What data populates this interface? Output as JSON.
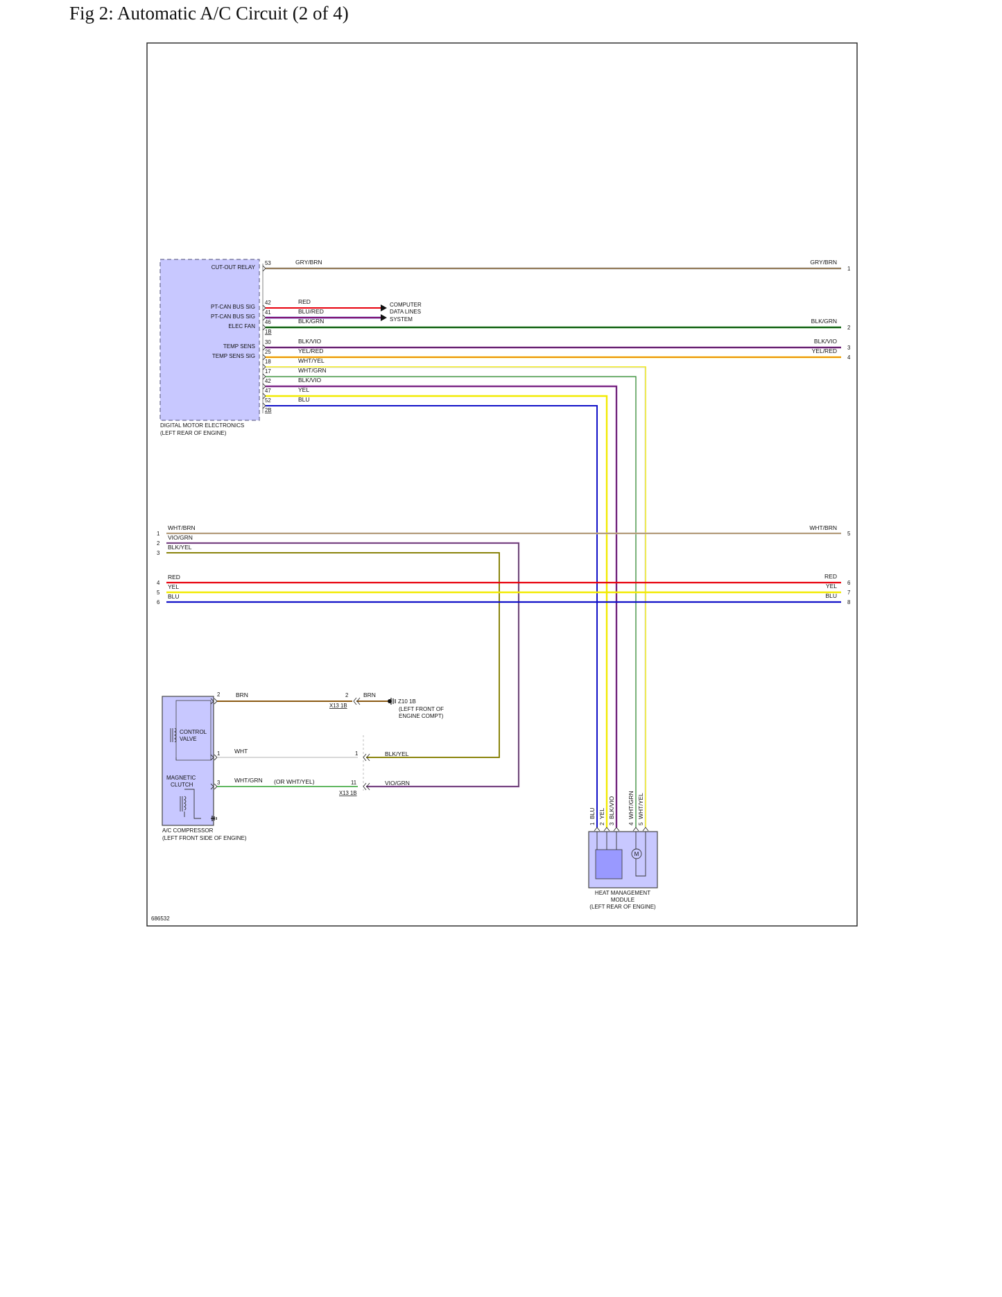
{
  "figure": {
    "title": "Fig 2: Automatic A/C Circuit (2 of 4)",
    "diagram_id": "686532"
  },
  "colors": {
    "RED": "#e8000c",
    "BLU": "#1010c8",
    "BLK": "#111111",
    "GRN": "#0c8a0c",
    "GRY": "#9a9a9a",
    "BRN": "#8b5a14",
    "VIO": "#9a2ea8",
    "YEL": "#f2ea00",
    "WHT": "#d8d8d8",
    "module_fill": "#c8c8ff",
    "module_stroke": "#6a6a90"
  },
  "components": {
    "dme": {
      "name": "DIGITAL MOTOR ELECTRONICS",
      "location": "(LEFT REAR OF ENGINE)",
      "pin_labels": [
        "CUT-OUT RELAY",
        "PT-CAN BUS SIG",
        "PT-CAN BUS SIG",
        "ELEC FAN",
        "TEMP SENS",
        "TEMP SENS SIG"
      ],
      "pins": [
        {
          "pin": "53",
          "wire": "GRY/BRN"
        },
        {
          "pin": "42",
          "wire": "RED"
        },
        {
          "pin": "41",
          "wire": "BLU/RED"
        },
        {
          "pin": "46",
          "wire": "BLK/GRN"
        },
        {
          "pin": "1B",
          "wire": ""
        },
        {
          "pin": "30",
          "wire": "BLK/VIO"
        },
        {
          "pin": "25",
          "wire": "YEL/RED"
        },
        {
          "pin": "18",
          "wire": "WHT/YEL"
        },
        {
          "pin": "17",
          "wire": "WHT/GRN"
        },
        {
          "pin": "42",
          "wire": "BLK/VIO"
        },
        {
          "pin": "47",
          "wire": "YEL"
        },
        {
          "pin": "52",
          "wire": "BLU"
        },
        {
          "pin": "2B",
          "wire": ""
        }
      ]
    },
    "computer_data_lines": [
      "COMPUTER",
      "DATA LINES",
      "SYSTEM"
    ],
    "compressor": {
      "name": "A/C COMPRESSOR",
      "location": "(LEFT FRONT SIDE OF ENGINE)",
      "control_valve": [
        "CONTROL",
        "VALVE"
      ],
      "magnetic_clutch": [
        "MAGNETIC",
        "CLUTCH"
      ],
      "pins": [
        {
          "pin": "2",
          "wire": "BRN"
        },
        {
          "pin": "1",
          "wire": "WHT"
        },
        {
          "pin": "3",
          "wire": "WHT/GRN",
          "note": "(OR WHT/YEL)"
        }
      ]
    },
    "connector_x13": {
      "name": "X13 1B",
      "pins": [
        {
          "pin": "2",
          "wire": "BRN"
        },
        {
          "pin": "1",
          "wire": "BLK/YEL"
        },
        {
          "pin": "11",
          "wire": "VIO/GRN"
        }
      ]
    },
    "ground_z10": {
      "name": "Z10 1B",
      "location": [
        "(LEFT FRONT OF",
        "ENGINE COMPT)"
      ]
    },
    "heat_mgmt": {
      "name": [
        "HEAT MANAGEMENT",
        "MODULE",
        "(LEFT REAR OF ENGINE)"
      ],
      "motor": "M",
      "pins": [
        {
          "pin": "1",
          "wire": "BLU"
        },
        {
          "pin": "2",
          "wire": "YEL"
        },
        {
          "pin": "3",
          "wire": "BLK/VIO"
        },
        {
          "pin": "4",
          "wire": "WHT/GRN"
        },
        {
          "pin": "5",
          "wire": "WHT/YEL"
        }
      ]
    }
  },
  "refs_right": [
    {
      "ref": "1",
      "wire": "GRY/BRN"
    },
    {
      "ref": "2",
      "wire": "BLK/GRN"
    },
    {
      "ref": "3",
      "wire": "BLK/VIO"
    },
    {
      "ref": "4",
      "wire": "YEL/RED"
    },
    {
      "ref": "5",
      "wire": "WHT/BRN"
    },
    {
      "ref": "6",
      "wire": "RED"
    },
    {
      "ref": "7",
      "wire": "YEL"
    },
    {
      "ref": "8",
      "wire": "BLU"
    }
  ],
  "refs_left": [
    {
      "ref": "1",
      "wire": "WHT/BRN"
    },
    {
      "ref": "2",
      "wire": "VIO/GRN"
    },
    {
      "ref": "3",
      "wire": "BLK/YEL"
    },
    {
      "ref": "4",
      "wire": "RED"
    },
    {
      "ref": "5",
      "wire": "YEL"
    },
    {
      "ref": "6",
      "wire": "BLU"
    }
  ]
}
